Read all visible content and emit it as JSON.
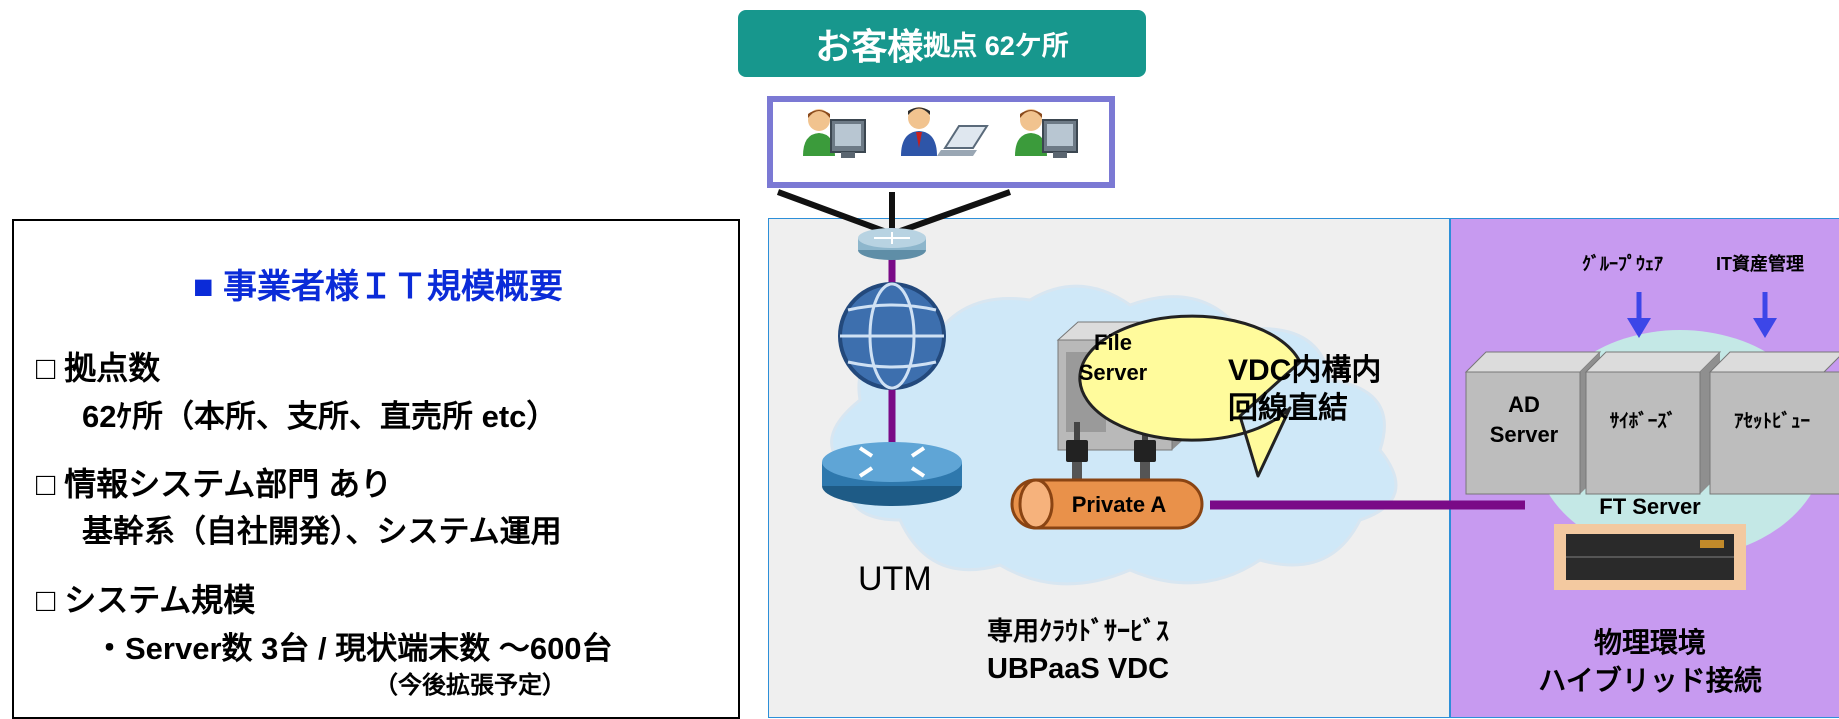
{
  "banner": {
    "title_main": "お客様",
    "title_sub": "拠点 62ケ所"
  },
  "overview": {
    "title": "■ 事業者様ＩＴ規模概要",
    "items": [
      {
        "heading": "□ 拠点数",
        "detail": "62ｹ所（本所、支所、直売所 etc）"
      },
      {
        "heading": "□ 情報システム部門 あり",
        "detail": "基幹系（自社開発）、システム運用"
      },
      {
        "heading": "□ システム規模",
        "detail": "・Server数 3台 / 現状端末数 ～600台",
        "note": "（今後拡張予定）"
      }
    ]
  },
  "vdc": {
    "utm_label": "UTM",
    "file_server_label": [
      "File",
      "Server"
    ],
    "private_label": "Private A",
    "bubble_text": [
      "VDC内構内",
      "回線直結"
    ],
    "service_label": [
      "専用ｸﾗｳﾄﾞｻｰﾋﾞｽ",
      "UBPaaS VDC"
    ]
  },
  "physical": {
    "app_labels": [
      "ｸﾞﾙｰﾌﾟｳｪｱ",
      "IT資産管理"
    ],
    "servers": [
      {
        "label": [
          "AD",
          "Server"
        ]
      },
      {
        "label": [
          "ｻｲﾎﾞｰｽﾞ"
        ]
      },
      {
        "label": [
          "ｱｾｯﾄﾋﾞｭｰ"
        ]
      }
    ],
    "ft_server_label": "FT Server",
    "caption": [
      "物理環境",
      "ハイブリッド接続"
    ]
  },
  "colors": {
    "banner_bg": "#17978d",
    "title_blue": "#0b2bd8",
    "vdc_bg": "#efefef",
    "phys_bg": "#c79af0",
    "link_purple": "#7a0a87",
    "arrow_blue": "#3c46e8"
  }
}
